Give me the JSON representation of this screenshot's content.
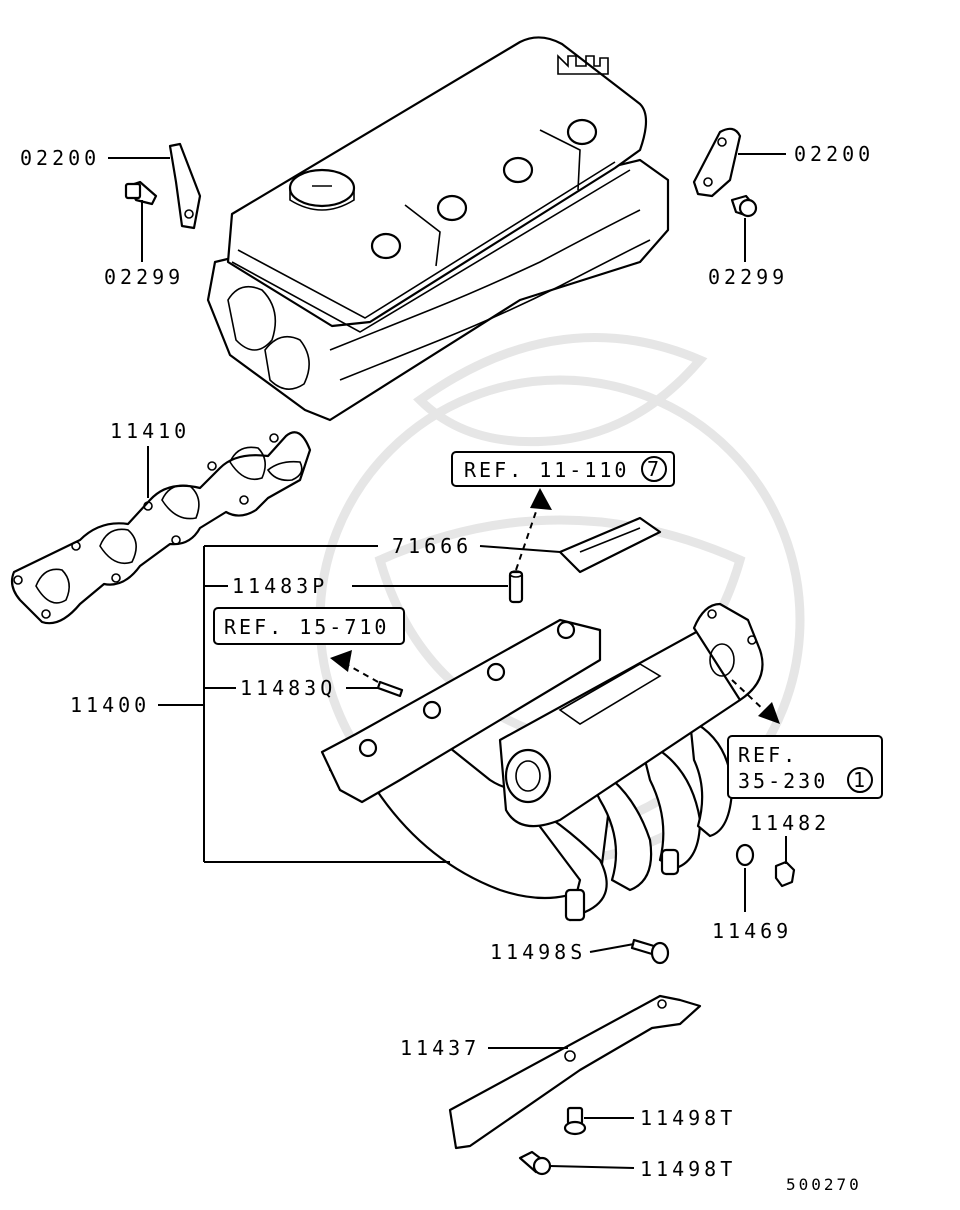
{
  "labels": {
    "p02200_left": "02200",
    "p02299_left": "02299",
    "p02200_right": "02200",
    "p02299_right": "02299",
    "p11410": "11410",
    "p71666": "71666",
    "p11483P": "11483P",
    "p11483Q": "11483Q",
    "p11400": "11400",
    "p11482": "11482",
    "p11469": "11469",
    "p11498S": "11498S",
    "p11437": "11437",
    "p11498T_a": "11498T",
    "p11498T_b": "11498T"
  },
  "refs": {
    "ref1_text": "REF. 11-110",
    "ref1_num": "7",
    "ref2_text": "REF. 15-710",
    "ref3_line1": "REF.",
    "ref3_line2": "35-230",
    "ref3_num": "1"
  },
  "diagram_code": "500270",
  "components": {
    "cylinder_head": "cylinder-head",
    "gasket": "intake-manifold-gasket",
    "manifold": "intake-manifold",
    "stay": "manifold-stay"
  }
}
